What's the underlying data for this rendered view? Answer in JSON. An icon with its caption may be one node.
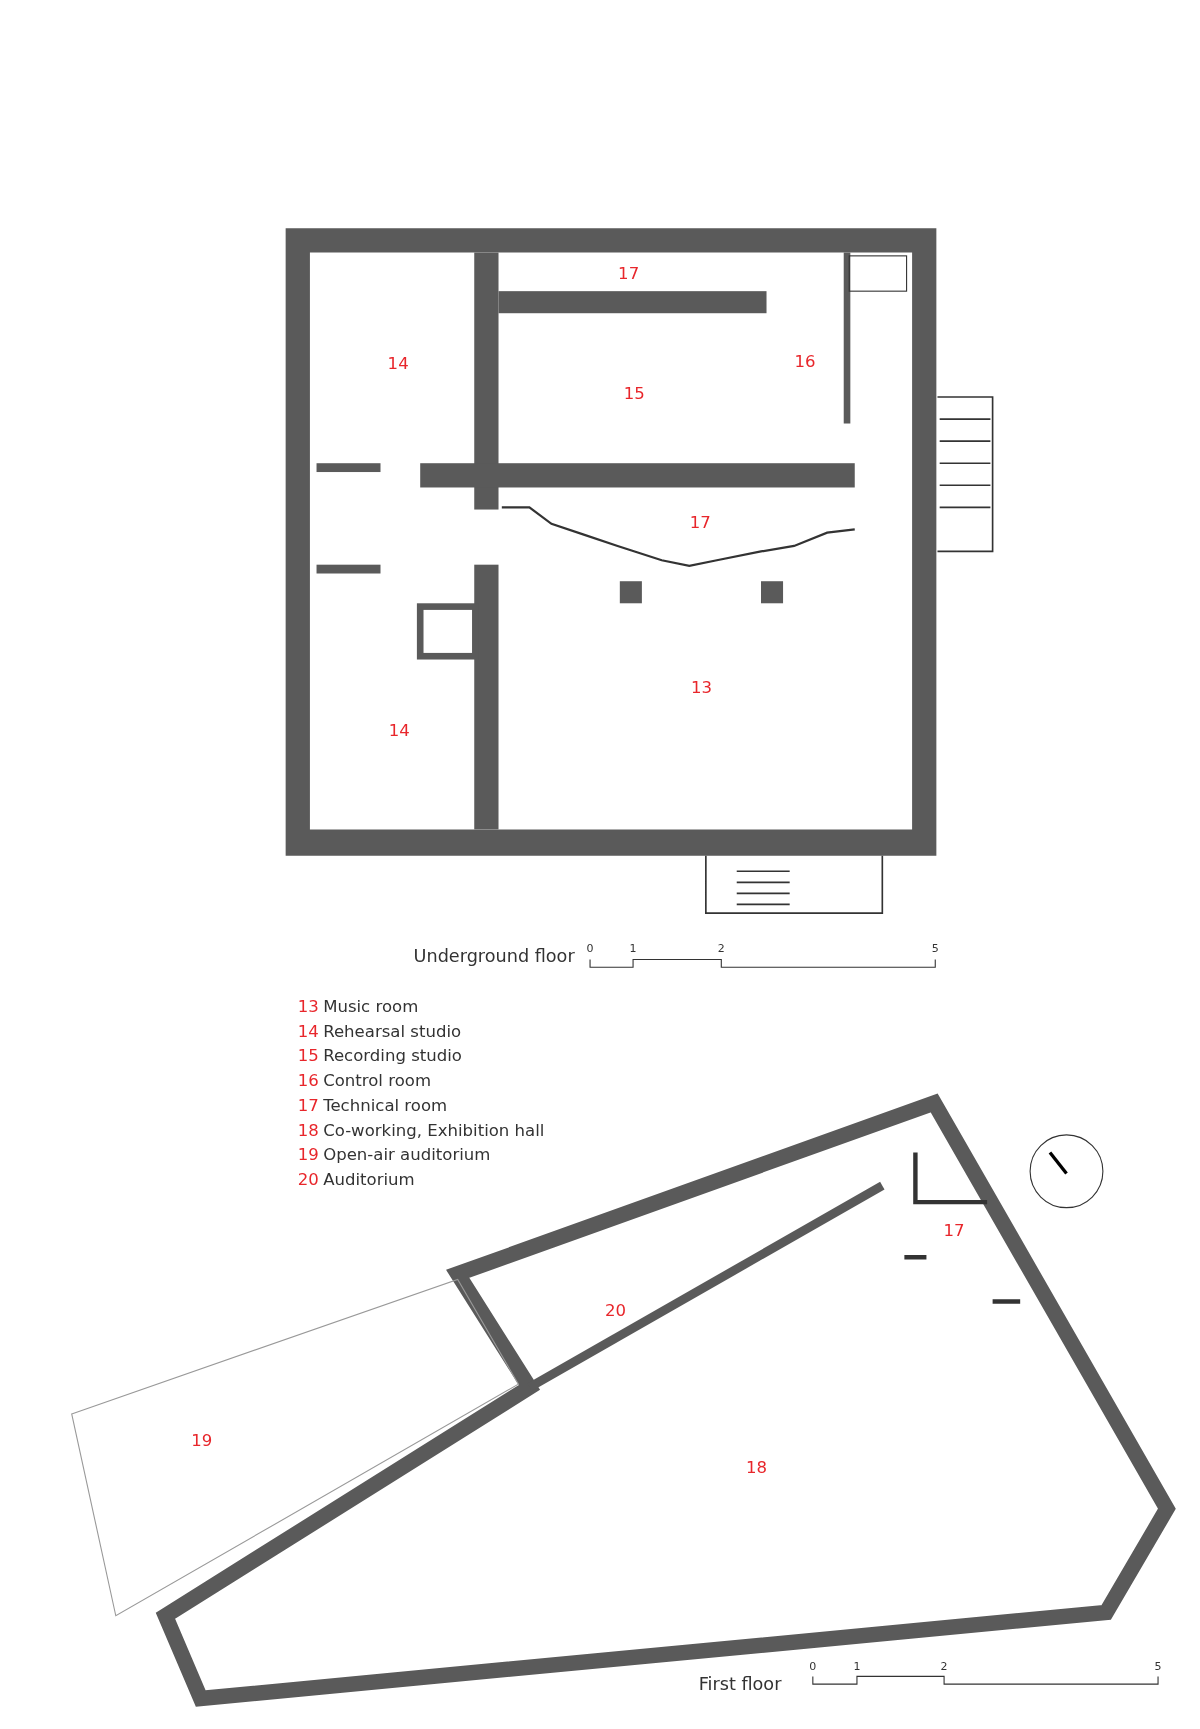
{
  "diagram": {
    "labels": [
      "17",
      "14",
      "16",
      "15",
      "17",
      "13",
      "14",
      "Underground floor",
      "0",
      "1",
      "2",
      "5",
      "13",
      "Music room",
      "14",
      "Rehearsal studio",
      "15",
      "Recording studio",
      "16",
      "Control room",
      "17",
      "Technical room",
      "18",
      "Co-working, Exhibition hall",
      "19",
      "Open-air auditorium",
      "20",
      "Auditorium",
      "17",
      "20",
      "19",
      "18",
      "0",
      "1",
      "2",
      "5",
      "First floor"
    ]
  }
}
